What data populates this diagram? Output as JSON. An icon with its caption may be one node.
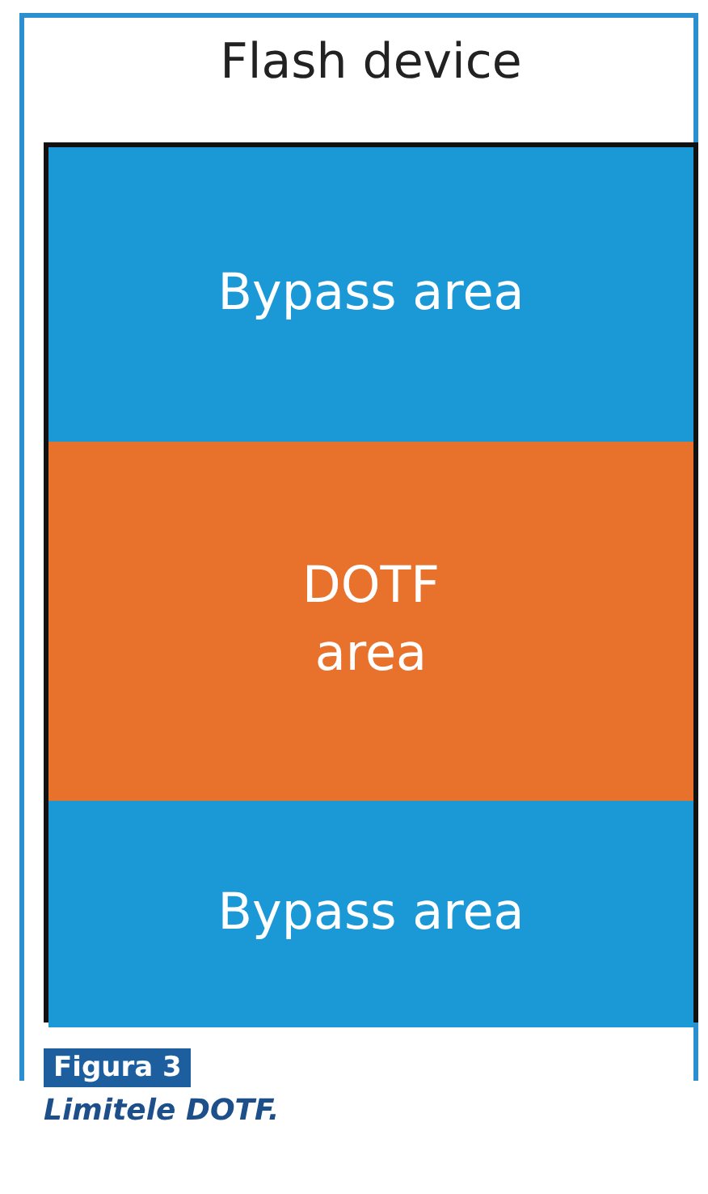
{
  "diagram": {
    "caption": "Limitele DOTF.",
    "nodes": [
      {
        "text": [
          "Flash device"
        ]
      },
      {
        "text": [
          "Bypass area"
        ],
        "in": 0
      },
      {
        "text": [
          "DOTF area"
        ],
        "in": 0
      },
      {
        "text": [
          "Bypass area"
        ],
        "in": 0
      }
    ],
    "labels": [
      "Figura 3"
    ]
  }
}
